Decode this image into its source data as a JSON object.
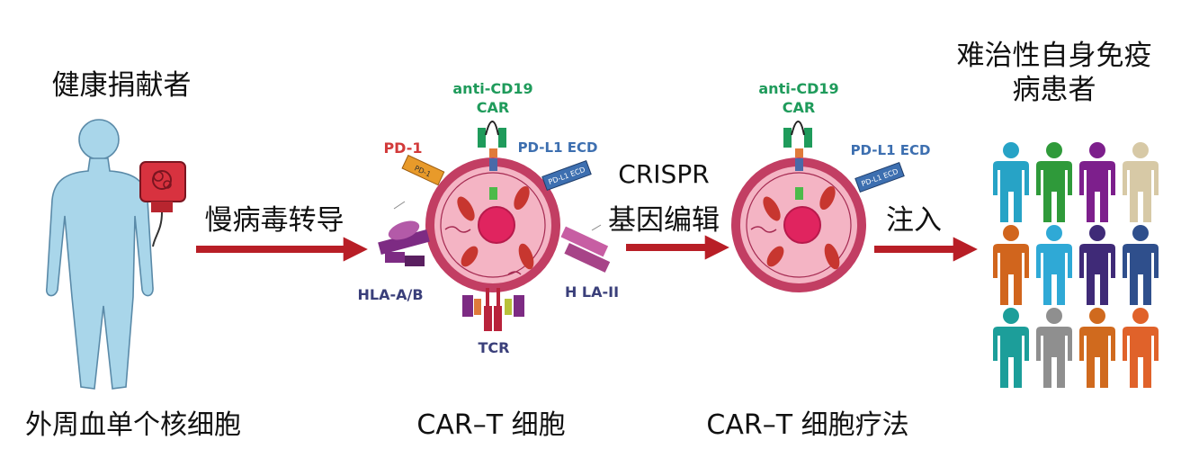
{
  "donor": {
    "title": "健康捐献者",
    "caption": "外周血单个核细胞"
  },
  "step1": {
    "label": "慢病毒转导"
  },
  "cart_cell": {
    "caption": "CAR–T 细胞",
    "car_label_line1": "anti-CD19",
    "car_label_line2": "CAR",
    "pd1_label": "PD-1",
    "pd1_tag": "PD-1",
    "pdl1_label": "PD-L1 ECD",
    "pdl1_tag": "PD-L1 ECD",
    "hla_ab_label": "HLA-A/B",
    "hla_ii_label": "H LA-II",
    "tcr_label": "TCR"
  },
  "step2": {
    "label_line1": "CRISPR",
    "label_line2": "基因编辑"
  },
  "edited_cell": {
    "caption": "CAR–T 细胞疗法",
    "car_label_line1": "anti-CD19",
    "car_label_line2": "CAR",
    "pdl1_label": "PD-L1 ECD",
    "pdl1_tag": "PD-L1 ECD"
  },
  "step3": {
    "label": "注入"
  },
  "patients": {
    "title_line1": "难治性自身免疫",
    "title_line2": "病患者",
    "colors": [
      "#27a3c6",
      "#2f9a3a",
      "#7d1f8c",
      "#d7c9a6",
      "#d1651d",
      "#2fa9d6",
      "#3f2a77",
      "#2f4f8c",
      "#1c9e9a",
      "#8f8f8f",
      "#d06a1e",
      "#e0622a"
    ]
  },
  "colors": {
    "arrow": "#b81e26",
    "body": "#a9d6ea",
    "cell_membrane": "#c23e63",
    "cell_fill": "#f4b4c4",
    "nucleus": "#e0245f",
    "car_green": "#1f9b5b",
    "pd1_orange": "#e89a2a",
    "pdl1_blue": "#3d6fb0",
    "hla_purple": "#7d2b83",
    "hla_ii_pink": "#c75ea3",
    "tcr_red": "#b8233b"
  }
}
